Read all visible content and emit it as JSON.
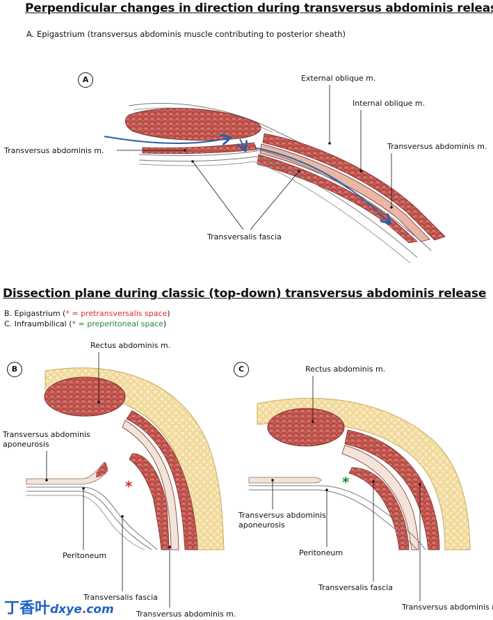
{
  "title_top": "Perpendicular changes in direction during transversus abdominis release",
  "panel_a": {
    "letter": "A",
    "caption": "A. Epigastrium (transversus abdominis muscle contributing to posterior sheath)",
    "labels": {
      "external_oblique": "External oblique m.",
      "internal_oblique": "Internal oblique m.",
      "transversus_left": "Transversus abdominis m.",
      "transversus_right": "Transversus abdominis m.",
      "transversalis_fascia": "Transversalis fascia"
    }
  },
  "title_bottom": "Dissection plane during classic (top-down) transversus abdominis release",
  "legend": {
    "b_prefix": "B. Epigastrium (",
    "b_star": "* = pretransversalis space",
    "b_suffix": ")",
    "c_prefix": "C. Infraumbilical (",
    "c_star": "* = preperitoneal space",
    "c_suffix": ")"
  },
  "panel_b": {
    "letter": "B",
    "labels": {
      "rectus": "Rectus abdominis m.",
      "aponeurosis_line1": "Transversus abdominis",
      "aponeurosis_line2": "aponeurosis",
      "peritoneum": "Peritoneum",
      "transversalis_fascia": "Transversalis fascia",
      "transversus": "Transversus abdominis m."
    },
    "star": "*"
  },
  "panel_c": {
    "letter": "C",
    "labels": {
      "rectus": "Rectus abdominis m.",
      "aponeurosis_line1": "Transversus abdominis",
      "aponeurosis_line2": "aponeurosis",
      "peritoneum": "Peritoneum",
      "transversalis_fascia": "Transversalis fascia",
      "transversus": "Transversus abdominis m."
    },
    "star": "*"
  },
  "watermark": {
    "cn": "丁香叶",
    "en": "dxye",
    "dot": ".",
    "com": "com"
  },
  "colors": {
    "muscle": "#b84a44",
    "muscle_dark": "#8e2f2c",
    "fat": "#f2dca0",
    "fascia": "#f5efe0",
    "arrow": "#2f5fa3",
    "red_star": "#e0262a",
    "green_star": "#1f8a2e"
  }
}
